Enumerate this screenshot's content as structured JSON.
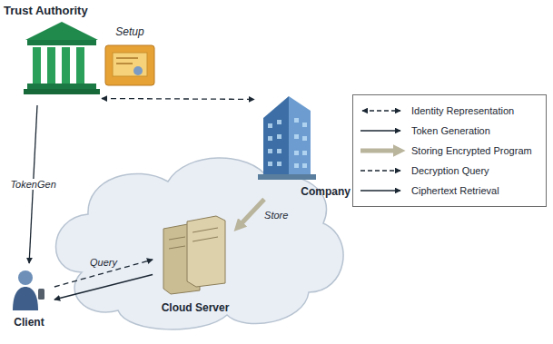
{
  "diagram": {
    "nodes": [
      {
        "text": [
          "Trust Authority"
        ]
      },
      {
        "text": [
          "Setup"
        ]
      },
      {
        "text": [
          "Company"
        ]
      },
      {
        "text": [
          "Cloud Server"
        ]
      },
      {
        "text": [
          "Client"
        ]
      }
    ],
    "edges": [
      {
        "from": 0,
        "to": 2,
        "arrow": "both"
      },
      {
        "from": 0,
        "to": 4,
        "label": "TokenGen",
        "arrow": "to"
      },
      {
        "from": 2,
        "to": 3,
        "label": "Store",
        "arrow": "to"
      },
      {
        "from": 4,
        "to": 3,
        "label": "Query",
        "arrow": "to"
      },
      {
        "from": 3,
        "to": 4,
        "arrow": "to"
      }
    ],
    "legend": [
      {
        "text": "Identity Representation"
      },
      {
        "text": "Token Generation"
      },
      {
        "text": "Storing Encrypted Program"
      },
      {
        "text": "Decryption Query"
      },
      {
        "text": "Ciphertext Retrieval"
      }
    ]
  }
}
